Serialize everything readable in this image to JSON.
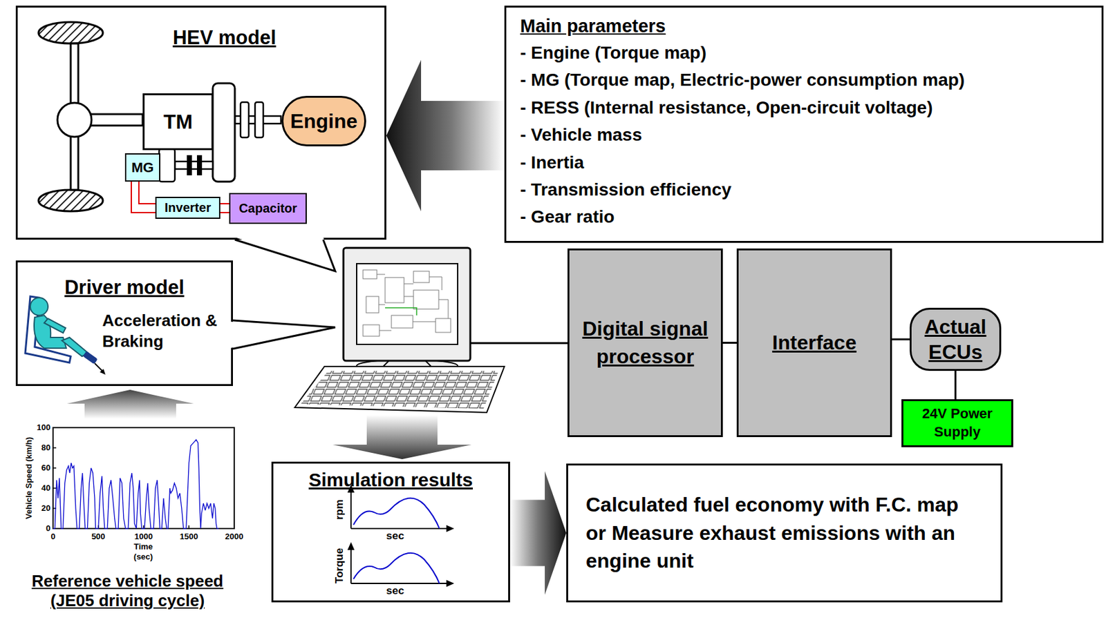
{
  "diagram": {
    "nodes": [
      {
        "text": [
          "HEV model"
        ]
      },
      {
        "text": [
          "TM"
        ],
        "in": 0
      },
      {
        "text": [
          "Engine"
        ],
        "in": 0
      },
      {
        "text": [
          "MG"
        ],
        "in": 0
      },
      {
        "text": [
          "Inverter"
        ],
        "in": 0
      },
      {
        "text": [
          "Capacitor"
        ],
        "in": 0
      },
      {
        "text": [
          "Main parameters",
          "- Engine (Torque map)",
          "- MG (Torque map, Electric-power consumption map)",
          "- RESS (Internal resistance, Open-circuit voltage)",
          "- Vehicle mass",
          "- Inertia",
          "- Transmission efficiency",
          "- Gear ratio"
        ]
      },
      {
        "text": [
          "Driver model",
          "Acceleration & Braking"
        ]
      },
      {
        "text": [
          "Digital signal processor"
        ]
      },
      {
        "text": [
          "Interface"
        ]
      },
      {
        "text": [
          "Actual ECUs"
        ]
      },
      {
        "text": [
          "24V Power Supply"
        ]
      },
      {
        "text": [
          "Simulation results"
        ]
      },
      {
        "text": [
          "Calculated fuel economy with F.C. map or Measure exhaust emissions with an engine unit"
        ]
      }
    ],
    "edges": [
      {
        "from": 6,
        "to": 0,
        "arrow": "to"
      },
      {
        "from": 3,
        "to": 4,
        "arrow": "none"
      },
      {
        "from": 4,
        "to": 5,
        "arrow": "none"
      },
      {
        "from": 8,
        "to": 9,
        "arrow": "none"
      },
      {
        "from": 9,
        "to": 10,
        "arrow": "none"
      },
      {
        "from": 10,
        "to": 11,
        "arrow": "none"
      },
      {
        "from": 12,
        "to": 13,
        "arrow": "to"
      }
    ],
    "labels": [
      "rpm",
      "sec",
      "Torque",
      "sec",
      "100",
      "80",
      "60",
      "40",
      "20",
      "0",
      "0",
      "500",
      "1000",
      "1500",
      "2000",
      "Vehicle Speed (km/h)",
      "Time (sec)",
      "Reference vehicle speed (JE05 driving cycle)"
    ]
  }
}
